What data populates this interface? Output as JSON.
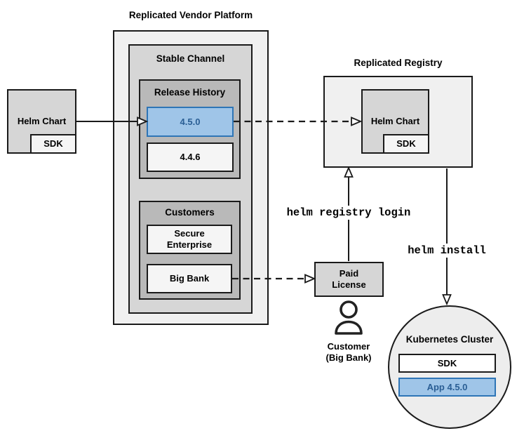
{
  "colors": {
    "highlight_fill": "#9fc5e8",
    "highlight_border": "#2e75b6",
    "highlight_text": "#2a5e94",
    "container_light_gray": "#f0f0f0",
    "container_mid_gray": "#d6d6d6",
    "container_dark_gray": "#b9b9b9",
    "leaf_box_fill": "#f5f5f5",
    "cluster_fill": "#ededed",
    "line_color": "#1a1a1a"
  },
  "source_chart": {
    "label": "Helm Chart",
    "sdk": "SDK"
  },
  "vendor_platform": {
    "title": "Replicated Vendor Platform",
    "stable_channel": {
      "title": "Stable Channel",
      "release_history": {
        "title": "Release History",
        "releases": [
          {
            "version": "4.5.0",
            "highlighted": true
          },
          {
            "version": "4.4.6",
            "highlighted": false
          }
        ]
      },
      "customers": {
        "title": "Customers",
        "items": [
          {
            "name": "Secure Enterprise"
          },
          {
            "name": "Big Bank"
          }
        ]
      }
    }
  },
  "registry": {
    "title": "Replicated Registry",
    "helm_chart": {
      "label": "Helm Chart",
      "sdk": "SDK"
    }
  },
  "paid_license": {
    "label": "Paid License"
  },
  "customer": {
    "line1": "Customer",
    "line2": "(Big Bank)"
  },
  "kubernetes_cluster": {
    "title": "Kubernetes Cluster",
    "sdk": "SDK",
    "app": "App 4.5.0"
  },
  "commands": {
    "registry_login": "helm registry login",
    "install": "helm install"
  }
}
